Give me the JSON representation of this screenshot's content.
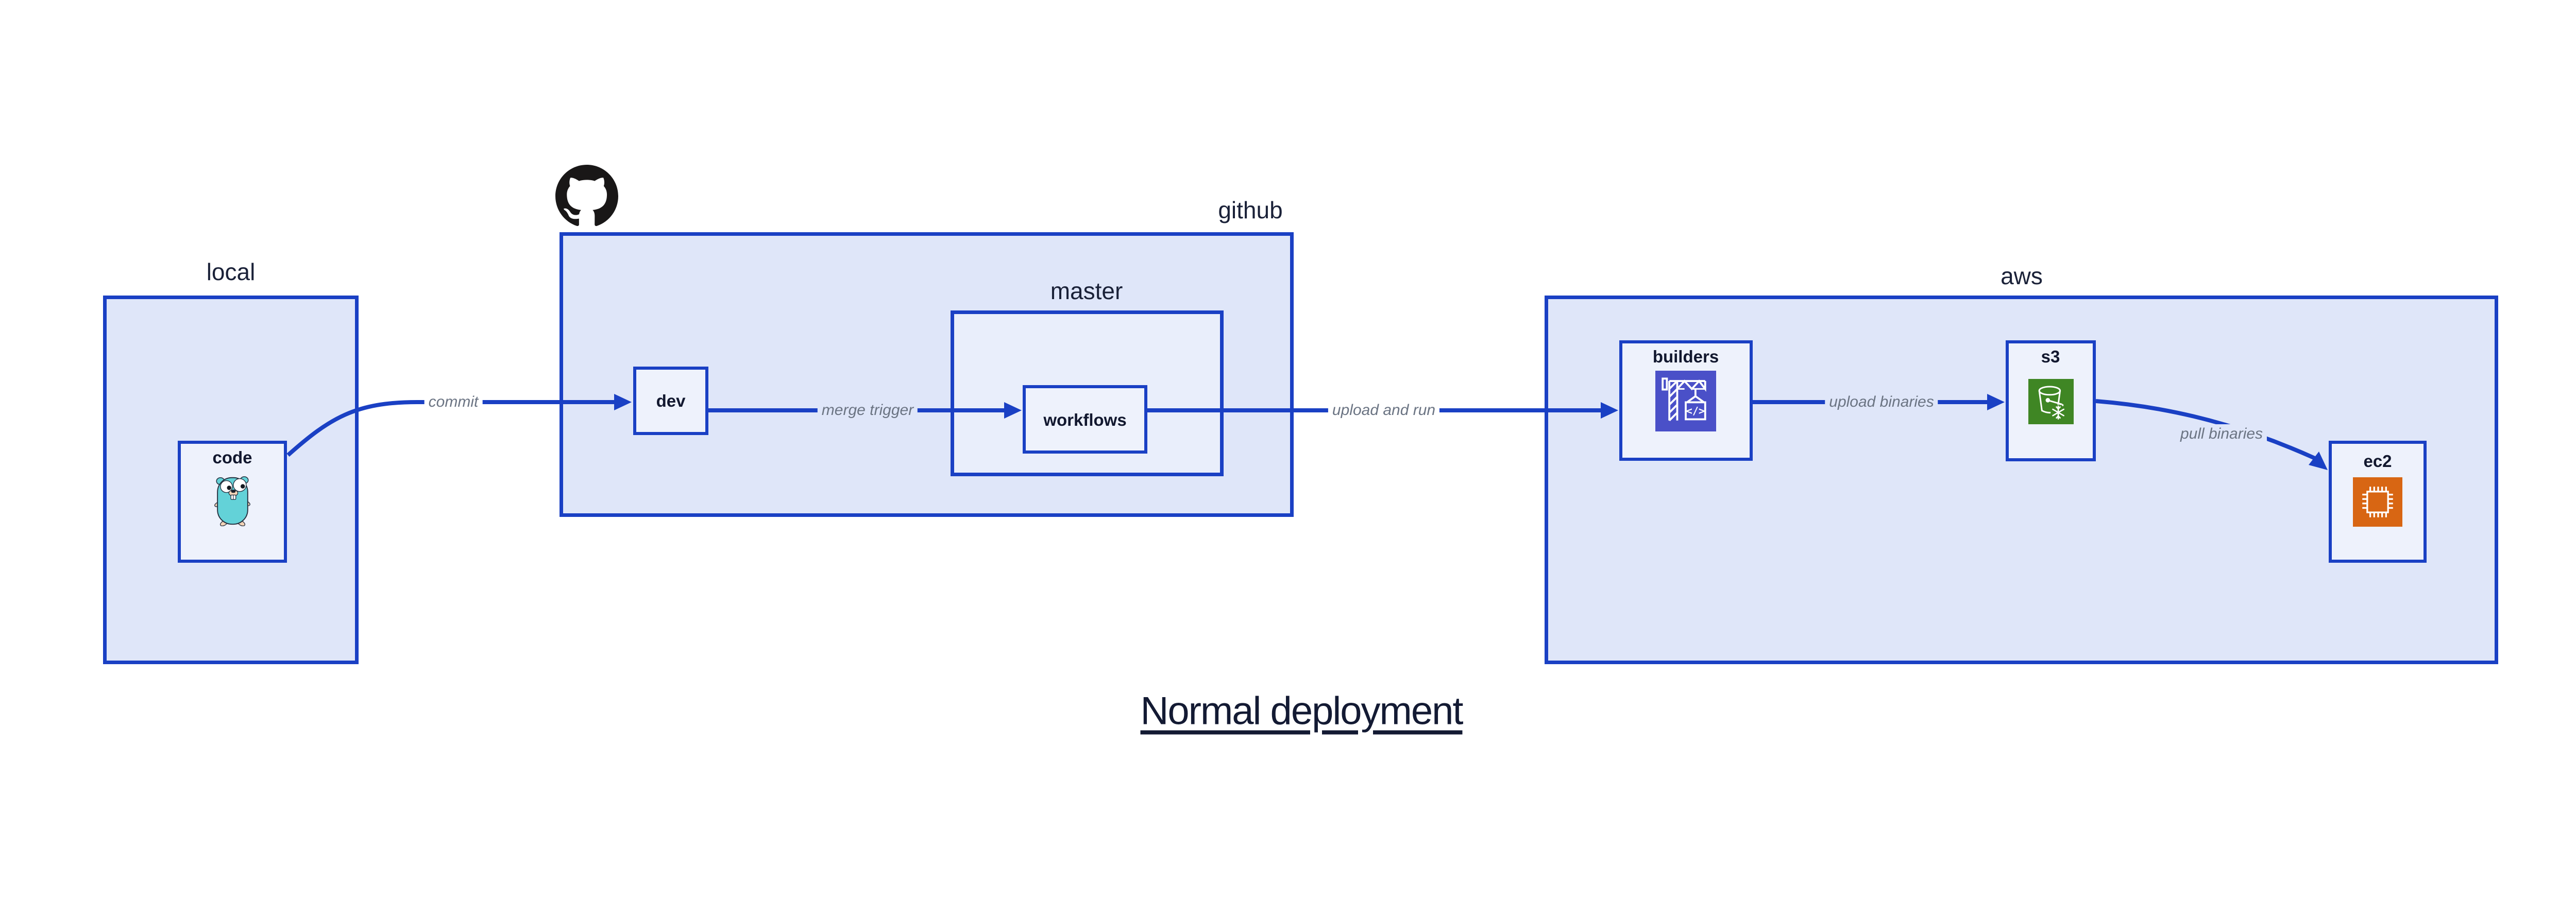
{
  "title": {
    "text": "Normal deployment"
  },
  "groups": {
    "local": {
      "label": "local"
    },
    "github": {
      "label": "github"
    },
    "master": {
      "label": "master"
    },
    "aws": {
      "label": "aws"
    }
  },
  "nodes": {
    "code": {
      "label": "code",
      "icon": "go-gopher-icon"
    },
    "dev": {
      "label": "dev"
    },
    "workflows": {
      "label": "workflows"
    },
    "builders": {
      "label": "builders",
      "icon": "codebuild-crane-icon"
    },
    "s3": {
      "label": "s3",
      "icon": "s3-glacier-bucket-icon"
    },
    "ec2": {
      "label": "ec2",
      "icon": "ec2-chip-icon"
    }
  },
  "edges": {
    "commit": {
      "label": "commit"
    },
    "merge_trigger": {
      "label": "merge trigger"
    },
    "upload_and_run": {
      "label": "upload and run"
    },
    "upload_binaries": {
      "label": "upload binaries"
    },
    "pull_binaries": {
      "label": "pull binaries"
    }
  },
  "icons": {
    "octocat": "github-octocat-icon"
  },
  "colors": {
    "line_blue": "#1a40c4",
    "group_fill": "#dfe6f9",
    "master_fill": "#e9eefb",
    "node_fill": "#eef2fc",
    "edge_label_gray": "#6b7483",
    "text_navy": "#12182f",
    "codebuild_indigo": "#4a50c8",
    "s3_green": "#3f8624",
    "ec2_orange": "#d86613",
    "gopher_teal": "#63d2d8",
    "octocat_black": "#191717"
  }
}
